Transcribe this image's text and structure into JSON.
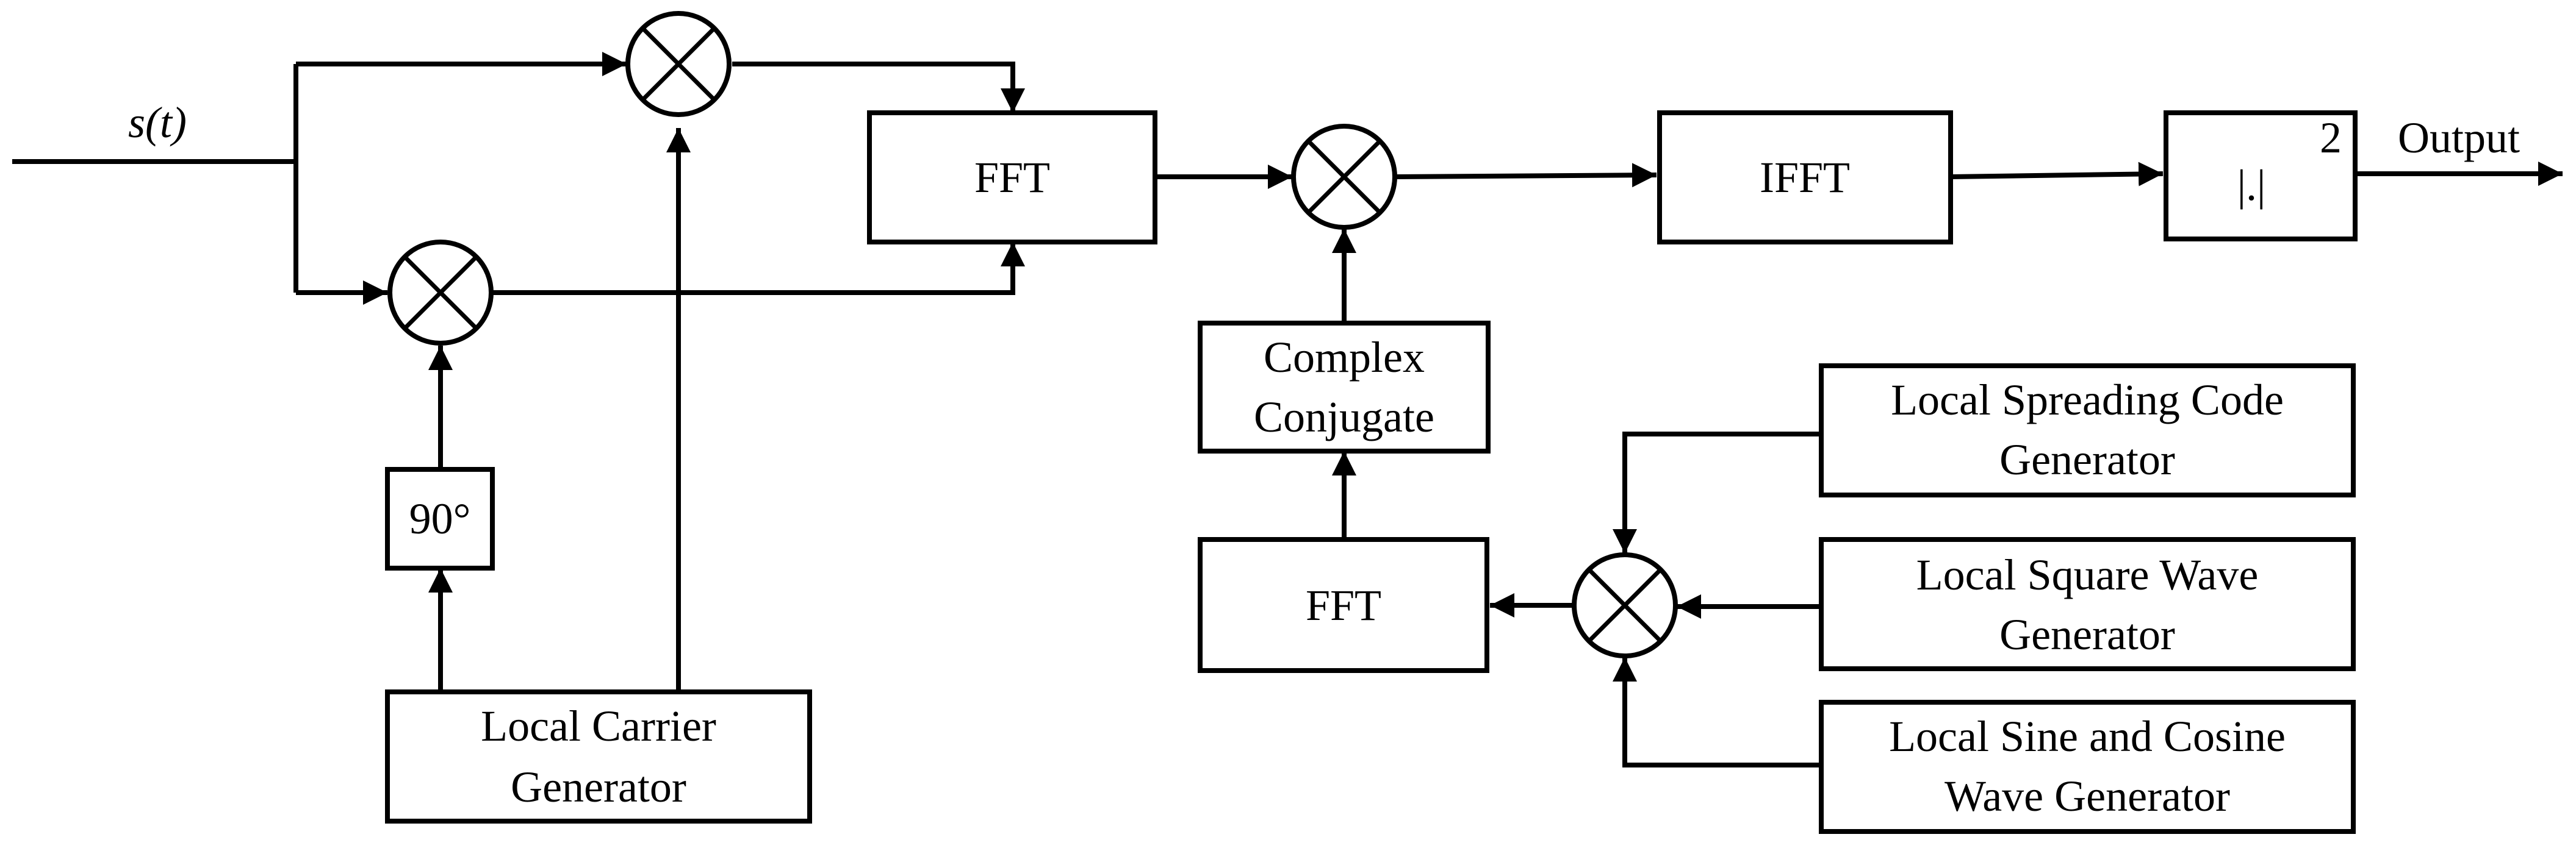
{
  "signal": {
    "input": "s(t)",
    "output": "Output"
  },
  "blocks": {
    "fft_top": "FFT",
    "ifft": "IFFT",
    "magnitude_squared": "|.|",
    "magnitude_exponent": "2",
    "phase_shift": "90°",
    "carrier_generator": [
      "Local Carrier",
      "Generator"
    ],
    "complex_conjugate": [
      "Complex",
      "Conjugate"
    ],
    "fft_bottom": "FFT",
    "spreading_code_generator": [
      "Local Spreading Code",
      "Generator"
    ],
    "square_wave_generator": [
      "Local Square Wave",
      "Generator"
    ],
    "sine_cosine_generator": [
      "Local Sine and Cosine",
      "Wave Generator"
    ]
  },
  "mixers": [
    "mixer-i",
    "mixer-q",
    "mixer-fft-product",
    "mixer-local-code"
  ]
}
